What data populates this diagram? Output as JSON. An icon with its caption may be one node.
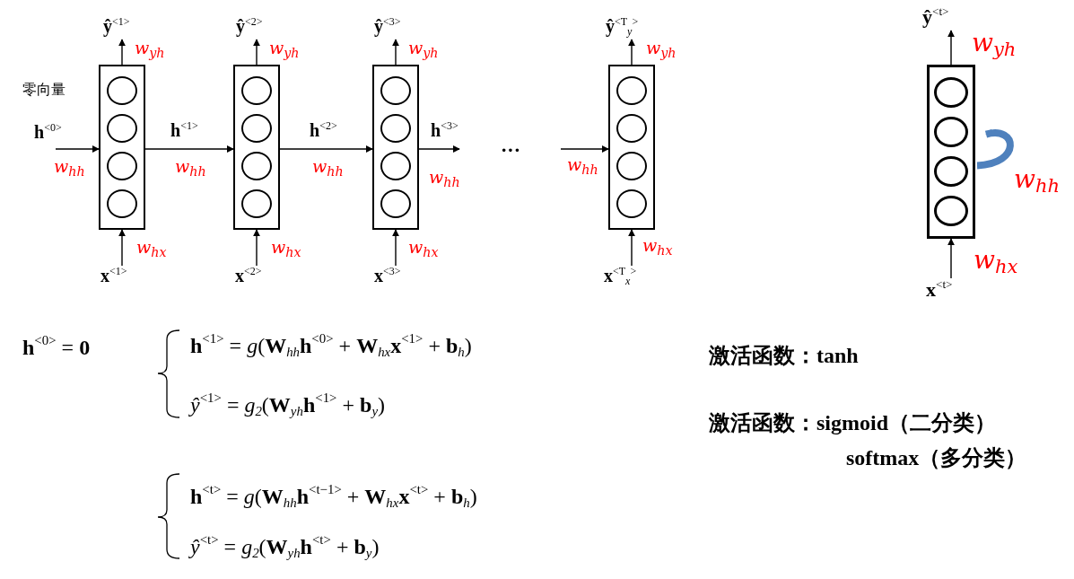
{
  "diagram": {
    "nodes": [
      {
        "text": [
          "**ŷ**$^{<1>}$"
        ]
      },
      {
        "text": [
          "**ŷ**$^{<2>}$"
        ]
      },
      {
        "text": [
          "**ŷ**$^{<3>}$"
        ]
      },
      {
        "text": [
          "**ŷ**$^{<T}$$_{y}$$^{>}$"
        ]
      },
      {
        "text": [
          "**ŷ**$^{<t>}$"
        ]
      },
      {
        "text": [],
        "shape": "box"
      },
      {
        "text": [],
        "shape": "box"
      },
      {
        "text": [],
        "shape": "box"
      },
      {
        "text": [],
        "shape": "box"
      },
      {
        "text": [],
        "shape": "box"
      },
      {
        "text": [
          "**x**$^{<1>}$"
        ]
      },
      {
        "text": [
          "**x**$^{<2>}$"
        ]
      },
      {
        "text": [
          "**x**$^{<3>}$"
        ]
      },
      {
        "text": [
          "**x**$^{<T}$$_{x}$$^{>}$"
        ]
      },
      {
        "text": [
          "**x**$^{<t>}$"
        ]
      }
    ],
    "edges": [
      {
        "from": 5,
        "to": 0,
        "arrow": "to"
      },
      {
        "from": 6,
        "to": 1,
        "arrow": "to"
      },
      {
        "from": 7,
        "to": 2,
        "arrow": "to"
      },
      {
        "from": 8,
        "to": 3,
        "arrow": "to"
      },
      {
        "from": 9,
        "to": 4,
        "arrow": "to"
      },
      {
        "from": null,
        "to": 5,
        "arrow": "to",
        "label": "**h**$^{<0>}$"
      },
      {
        "from": 5,
        "to": 6,
        "arrow": "to",
        "label": "**h**$^{<1>}$"
      },
      {
        "from": 6,
        "to": 7,
        "arrow": "to",
        "label": "**h**$^{<2>}$"
      },
      {
        "from": 7,
        "to": null,
        "arrow": "to",
        "label": "**h**$^{<3>}$"
      },
      {
        "from": null,
        "to": 8,
        "arrow": "to"
      },
      {
        "from": 9,
        "to": 9,
        "arrow": "to",
        "style": "thick",
        "color": "#4f81bd"
      },
      {
        "from": 10,
        "to": 5,
        "arrow": "to"
      },
      {
        "from": 11,
        "to": 6,
        "arrow": "to"
      },
      {
        "from": 12,
        "to": 7,
        "arrow": "to"
      },
      {
        "from": 13,
        "to": 8,
        "arrow": "to"
      },
      {
        "from": 14,
        "to": 9,
        "arrow": "to"
      }
    ],
    "labels": [
      "w$_{yh}$",
      "w$_{yh}$",
      "w$_{yh}$",
      "w$_{yh}$",
      "w$_{yh}$",
      "零向量",
      "w$_{hh}$",
      "w$_{hh}$",
      "w$_{hh}$",
      "w$_{hh}$",
      "···",
      "w$_{hh}$",
      "w$_{hh}$",
      "w$_{hx}$",
      "w$_{hx}$",
      "w$_{hx}$",
      "w$_{hx}$",
      "w$_{hx}$",
      "**h**$^{<0>}$ = **0**",
      "**h**$^{<1>}$ = *g*(**W**$_{hh}$**h**$^{<0>}$ + **W**$_{hx}$**x**$^{<1>}$ + **b**$_{h}$)",
      "*ŷ*$^{<1>}$ = *g*$_{2}$(**W**$_{yh}$**h**$^{<1>}$ + **b**$_{y}$)",
      "激活函数：tanh",
      "激活函数：sigmoid（二分类）",
      "softmax（多分类）",
      "**h**$^{<t>}$ = *g*(**W**$_{hh}$**h**$^{<t−1>}$ + **W**$_{hx}$**x**$^{<t>}$ + **b**$_{h}$)",
      "*ŷ*$^{<t>}$ = *g*$_{2}$(**W**$_{yh}$**h**$^{<t>}$ + **b**$_{y}$)"
    ]
  }
}
